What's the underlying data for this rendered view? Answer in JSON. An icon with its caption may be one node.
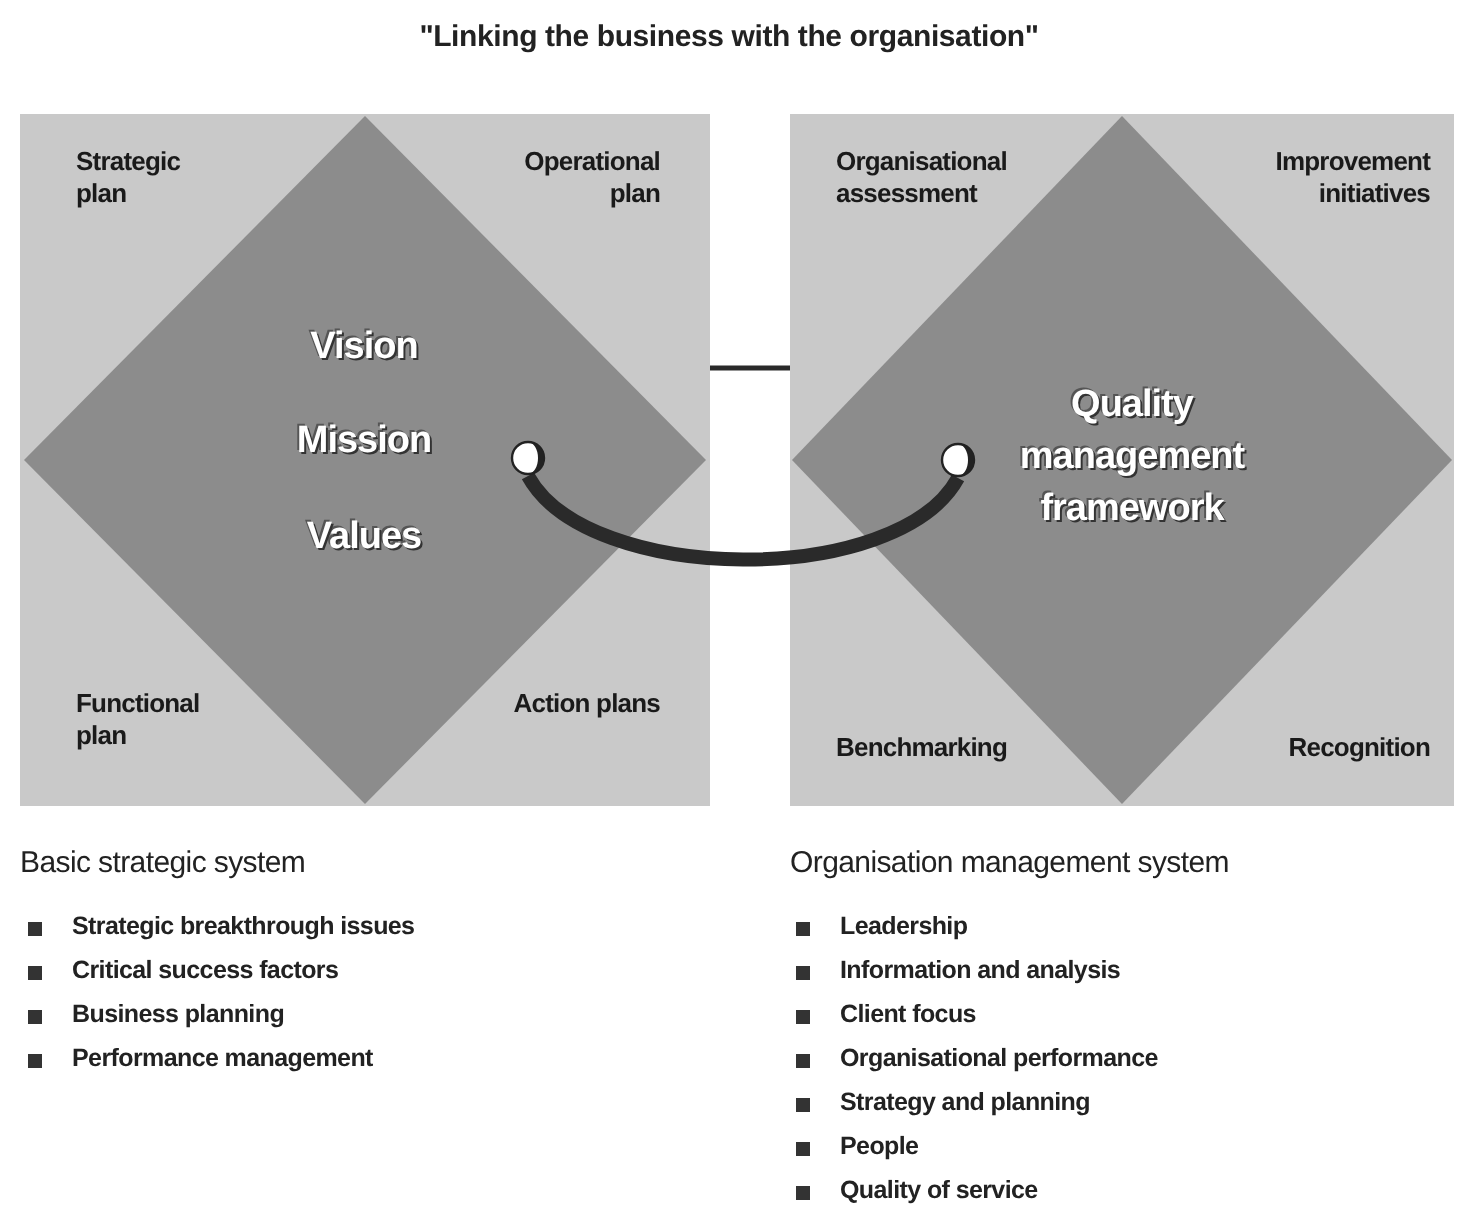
{
  "diagram": {
    "title": "\"Linking the business with the organisation\"",
    "nodes": [
      {
        "text": [],
        "shape": "box"
      },
      {
        "text": [
          "Vision",
          "Mission",
          "Values"
        ],
        "in": 0
      },
      {
        "text": [],
        "shape": "circle",
        "in": 1
      },
      {
        "text": [],
        "shape": "box"
      },
      {
        "text": [
          "Quality management framework"
        ],
        "in": 3
      },
      {
        "text": [],
        "shape": "circle",
        "in": 4
      }
    ],
    "edges": [
      {
        "from": 2,
        "to": 5,
        "arrow": "none",
        "style": "thick"
      },
      {
        "from": 0,
        "to": 3,
        "arrow": "none"
      }
    ],
    "labels": [
      "Strategic plan",
      "Operational plan",
      "Organisational assessment",
      "Improvement initiatives",
      "Functional plan",
      "Action plans",
      "Benchmarking",
      "Recognition",
      "Basic strategic system",
      "Strategic breakthrough issues",
      "Critical success factors",
      "Business planning",
      "Performance management",
      "Organisation management system",
      "Leadership",
      "Information and analysis",
      "Client focus",
      "Organisational performance",
      "Strategy and planning",
      "People",
      "Quality of service"
    ]
  }
}
